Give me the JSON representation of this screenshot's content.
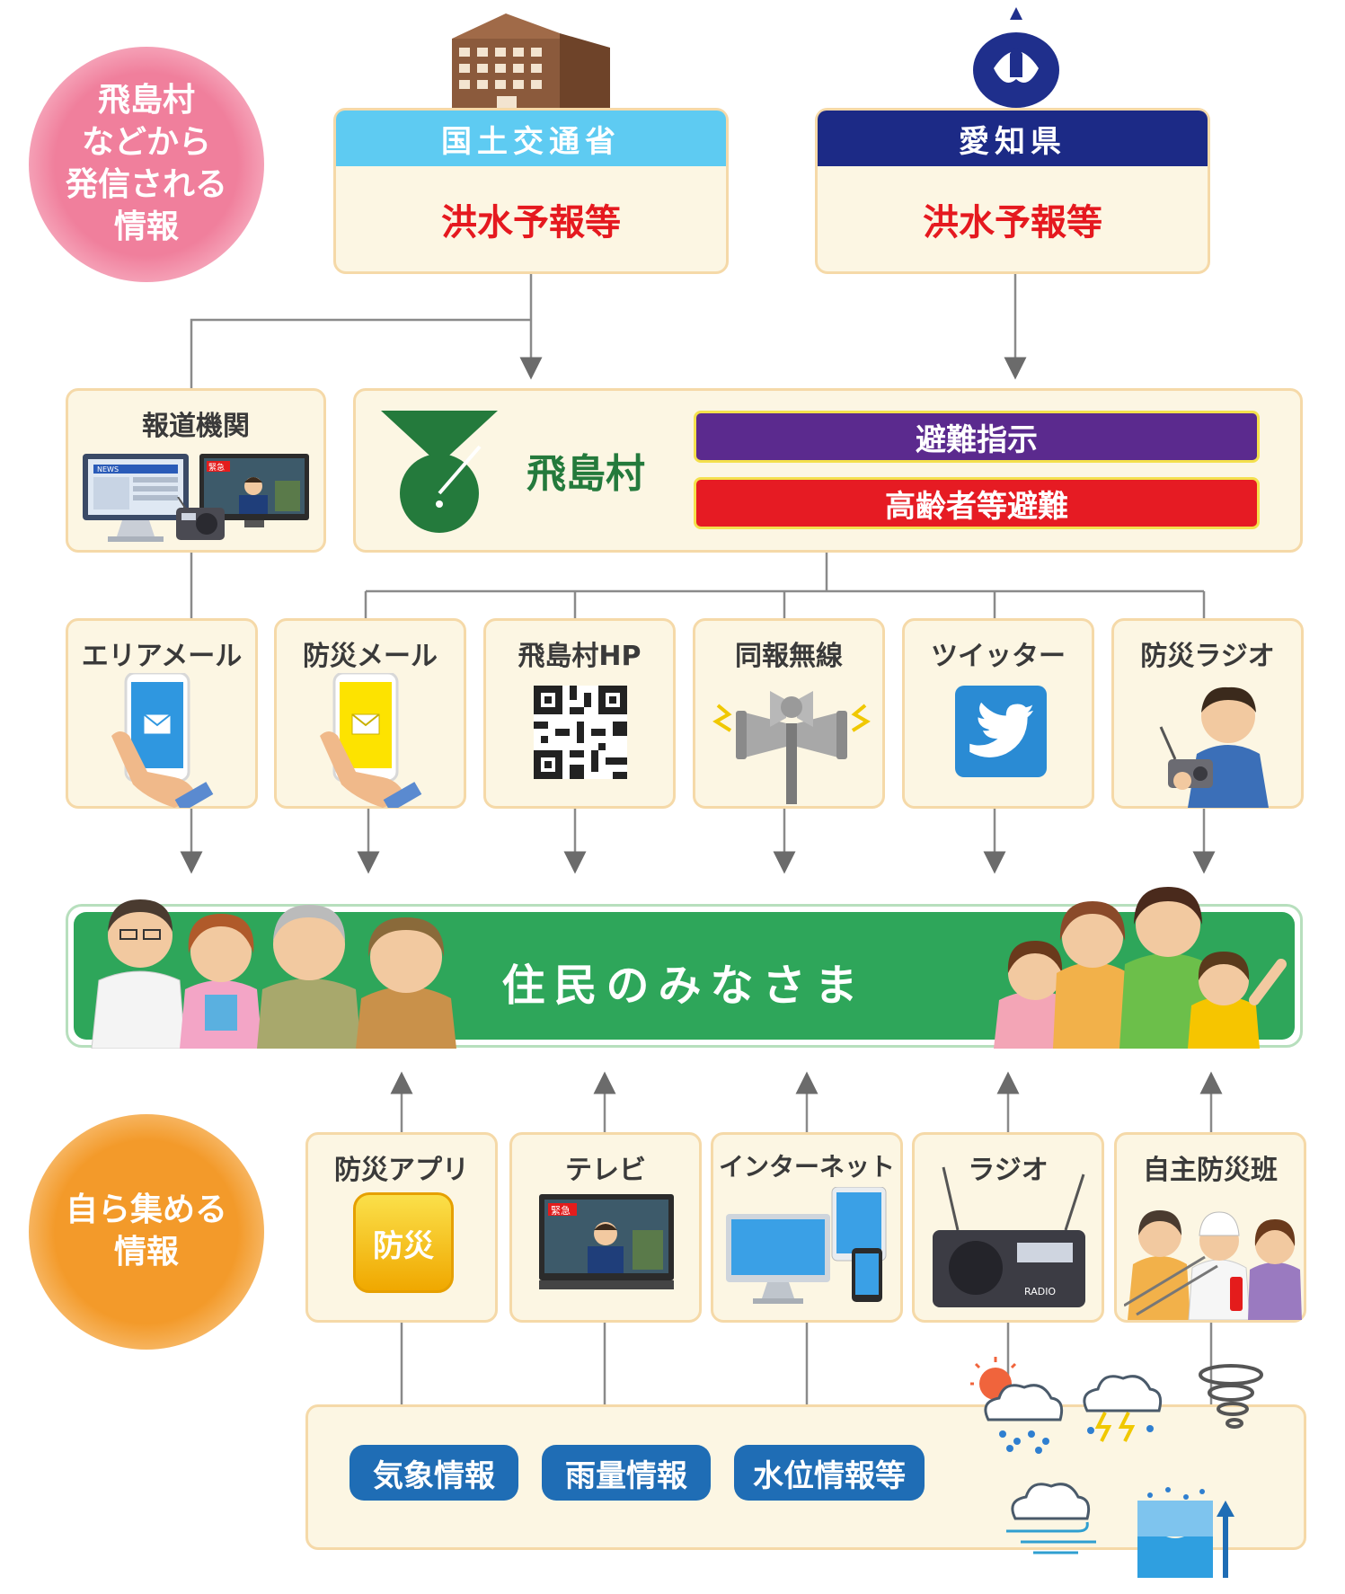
{
  "sources_label": "飛島村\nなどから\n発信される\n情報",
  "self_label": "自ら集める\n情報",
  "agencies": [
    {
      "name": "国土交通省",
      "info": "洪水予報等",
      "color": "#5ecbf2"
    },
    {
      "name": "愛知県",
      "info": "洪水予報等",
      "color": "#1c2a86"
    }
  ],
  "media": {
    "label": "報道機関",
    "badge": "緊急",
    "news": "NEWS"
  },
  "village": {
    "name": "飛島村",
    "orders": [
      {
        "label": "避難指示",
        "color": "#5b2a8e"
      },
      {
        "label": "高齢者等避難",
        "color": "#e61b23"
      }
    ]
  },
  "channels": [
    "エリアメール",
    "防災メール",
    "飛島村HP",
    "同報無線",
    "ツイッター",
    "防災ラジオ"
  ],
  "residents": "住民のみなさま",
  "self_sources": [
    {
      "label": "防災アプリ",
      "app_text": "防災"
    },
    {
      "label": "テレビ",
      "badge": "緊急"
    },
    {
      "label": "インターネット"
    },
    {
      "label": "ラジオ",
      "radio_text": "RADIO"
    },
    {
      "label": "自主防災班"
    }
  ],
  "weather_info": [
    "気象情報",
    "雨量情報",
    "水位情報等"
  ],
  "icons": [
    "building-icon",
    "aichi-emblem-icon",
    "tobishima-emblem-icon",
    "computer-icon",
    "tv-icon",
    "radio-icon",
    "phone-mail-icon",
    "qr-code-icon",
    "loudspeaker-icon",
    "twitter-icon",
    "radio-man-icon",
    "app-icon",
    "tablet-icon",
    "weather-icon"
  ]
}
